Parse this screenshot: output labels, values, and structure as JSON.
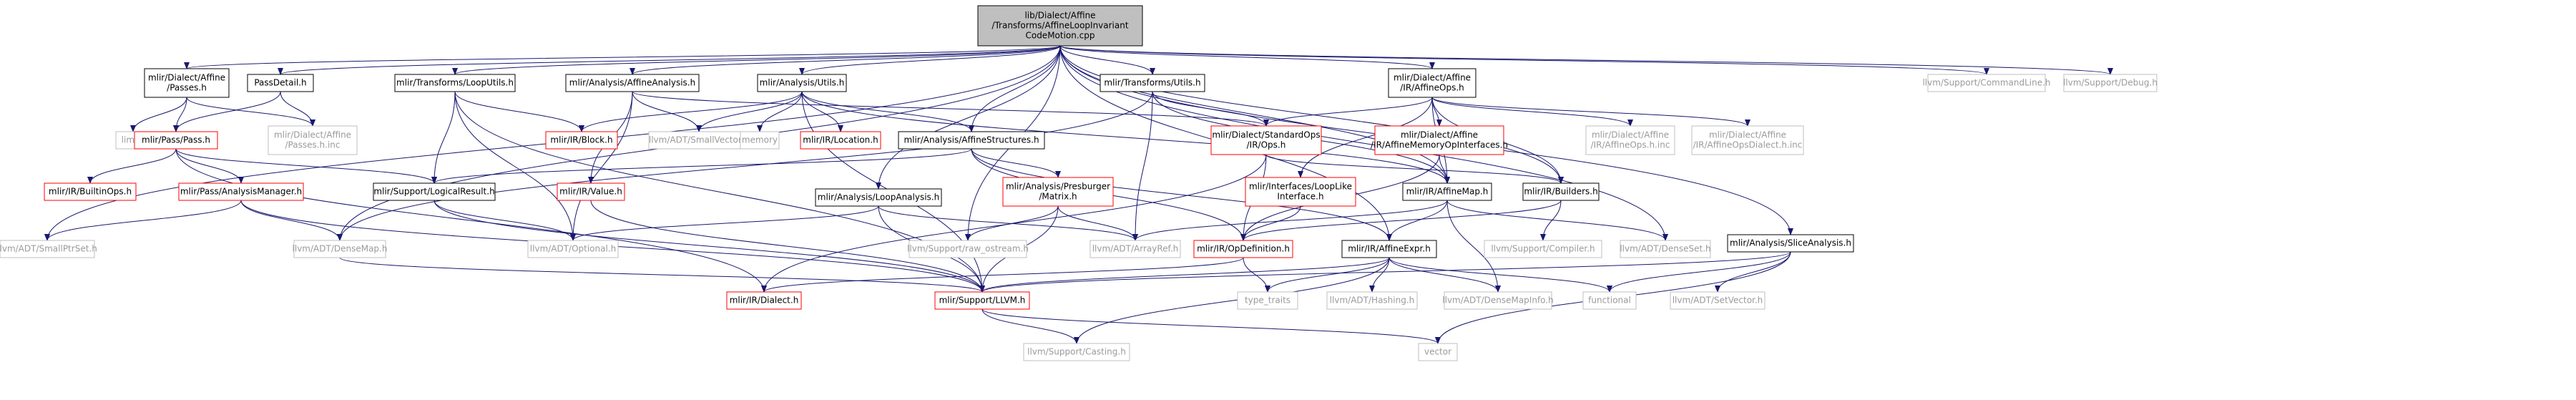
{
  "colors": {
    "root_fill": "#bfbfbf",
    "root_border": "#000000",
    "documented_border": "#000000",
    "missing_border": "#ff0000",
    "external_border": "#bfbfbf",
    "external_text": "#9a9a9a",
    "text": "#000000",
    "edge": "#191970",
    "background": "#ffffff"
  },
  "nodes": [
    {
      "id": "root",
      "kind": "root",
      "lines": [
        "lib/Dialect/Affine",
        "/Transforms/AffineLoopInvariant",
        "CodeMotion.cpp"
      ]
    },
    {
      "id": "affine_passes",
      "kind": "documented",
      "lines": [
        "mlir/Dialect/Affine",
        "/Passes.h"
      ]
    },
    {
      "id": "passdetail",
      "kind": "documented",
      "lines": [
        "PassDetail.h"
      ]
    },
    {
      "id": "loopinfo_utils",
      "kind": "documented",
      "lines": [
        "mlir/Transforms/LoopUtils.h"
      ]
    },
    {
      "id": "affine_analysis",
      "kind": "documented",
      "lines": [
        "mlir/Analysis/AffineAnalysis.h"
      ]
    },
    {
      "id": "analysis_utils",
      "kind": "documented",
      "lines": [
        "mlir/Analysis/Utils.h"
      ]
    },
    {
      "id": "transforms_utils",
      "kind": "documented",
      "lines": [
        "mlir/Transforms/Utils.h"
      ]
    },
    {
      "id": "affine_ops",
      "kind": "documented",
      "lines": [
        "mlir/Dialect/Affine",
        "/IR/AffineOps.h"
      ]
    },
    {
      "id": "commandline",
      "kind": "external",
      "lines": [
        "llvm/Support/CommandLine.h"
      ]
    },
    {
      "id": "debug",
      "kind": "external",
      "lines": [
        "llvm/Support/Debug.h"
      ]
    },
    {
      "id": "limits",
      "kind": "external",
      "lines": [
        "limits"
      ]
    },
    {
      "id": "pass_h",
      "kind": "missing",
      "lines": [
        "mlir/Pass/Pass.h"
      ]
    },
    {
      "id": "affine_passes_inc",
      "kind": "external",
      "lines": [
        "mlir/Dialect/Affine",
        "/Passes.h.inc"
      ]
    },
    {
      "id": "ir_block",
      "kind": "missing",
      "lines": [
        "mlir/IR/Block.h"
      ]
    },
    {
      "id": "smallvector",
      "kind": "external",
      "lines": [
        "llvm/ADT/SmallVector.h"
      ]
    },
    {
      "id": "memory",
      "kind": "external",
      "lines": [
        "memory"
      ]
    },
    {
      "id": "ir_location",
      "kind": "missing",
      "lines": [
        "mlir/IR/Location.h"
      ]
    },
    {
      "id": "affine_structures",
      "kind": "documented",
      "lines": [
        "mlir/Analysis/AffineStructures.h"
      ]
    },
    {
      "id": "standardops",
      "kind": "missing",
      "lines": [
        "mlir/Dialect/StandardOps",
        "/IR/Ops.h"
      ]
    },
    {
      "id": "affine_memory_iface",
      "kind": "missing",
      "lines": [
        "mlir/Dialect/Affine",
        "/IR/AffineMemoryOpInterfaces.h"
      ]
    },
    {
      "id": "affine_ops_inc",
      "kind": "external",
      "lines": [
        "mlir/Dialect/Affine",
        "/IR/AffineOps.h.inc"
      ]
    },
    {
      "id": "affine_ops_dialect_inc",
      "kind": "external",
      "lines": [
        "mlir/Dialect/Affine",
        "/IR/AffineOpsDialect.h.inc"
      ]
    },
    {
      "id": "builtinops",
      "kind": "missing",
      "lines": [
        "mlir/IR/BuiltinOps.h"
      ]
    },
    {
      "id": "pass_analysis_manager",
      "kind": "missing",
      "lines": [
        "mlir/Pass/AnalysisManager.h"
      ]
    },
    {
      "id": "logicalresult",
      "kind": "documented",
      "lines": [
        "mlir/Support/LogicalResult.h"
      ]
    },
    {
      "id": "ir_value",
      "kind": "missing",
      "lines": [
        "mlir/IR/Value.h"
      ]
    },
    {
      "id": "presburger_matrix",
      "kind": "missing",
      "lines": [
        "mlir/Analysis/Presburger",
        "/Matrix.h"
      ]
    },
    {
      "id": "looplike_iface",
      "kind": "missing",
      "lines": [
        "mlir/Interfaces/LoopLike",
        "Interface.h"
      ]
    },
    {
      "id": "ir_affinemap",
      "kind": "documented",
      "lines": [
        "mlir/IR/AffineMap.h"
      ]
    },
    {
      "id": "ir_builders",
      "kind": "documented",
      "lines": [
        "mlir/IR/Builders.h"
      ]
    },
    {
      "id": "loop_analysis",
      "kind": "documented",
      "lines": [
        "mlir/Analysis/LoopAnalysis.h"
      ]
    },
    {
      "id": "smallptrset",
      "kind": "external",
      "lines": [
        "llvm/ADT/SmallPtrSet.h"
      ]
    },
    {
      "id": "densemap",
      "kind": "external",
      "lines": [
        "llvm/ADT/DenseMap.h"
      ]
    },
    {
      "id": "optional",
      "kind": "external",
      "lines": [
        "llvm/ADT/Optional.h"
      ]
    },
    {
      "id": "raw_ostream",
      "kind": "external",
      "lines": [
        "llvm/Support/raw_ostream.h"
      ]
    },
    {
      "id": "arrayref",
      "kind": "external",
      "lines": [
        "llvm/ADT/ArrayRef.h"
      ]
    },
    {
      "id": "ir_opdefinition",
      "kind": "missing",
      "lines": [
        "mlir/IR/OpDefinition.h"
      ]
    },
    {
      "id": "ir_affineexpr",
      "kind": "documented",
      "lines": [
        "mlir/IR/AffineExpr.h"
      ]
    },
    {
      "id": "support_compiler",
      "kind": "external",
      "lines": [
        "llvm/Support/Compiler.h"
      ]
    },
    {
      "id": "denseset",
      "kind": "external",
      "lines": [
        "llvm/ADT/DenseSet.h"
      ]
    },
    {
      "id": "slice_analysis",
      "kind": "documented",
      "lines": [
        "mlir/Analysis/SliceAnalysis.h"
      ]
    },
    {
      "id": "ir_dialect",
      "kind": "missing",
      "lines": [
        "mlir/IR/Dialect.h"
      ]
    },
    {
      "id": "support_llvm",
      "kind": "missing",
      "lines": [
        "mlir/Support/LLVM.h"
      ]
    },
    {
      "id": "type_traits",
      "kind": "external",
      "lines": [
        "type_traits"
      ]
    },
    {
      "id": "hashing",
      "kind": "external",
      "lines": [
        "llvm/ADT/Hashing.h"
      ]
    },
    {
      "id": "densemapinfo",
      "kind": "external",
      "lines": [
        "llvm/ADT/DenseMapInfo.h"
      ]
    },
    {
      "id": "functional",
      "kind": "external",
      "lines": [
        "functional"
      ]
    },
    {
      "id": "setvector",
      "kind": "external",
      "lines": [
        "llvm/ADT/SetVector.h"
      ]
    },
    {
      "id": "vector",
      "kind": "external",
      "lines": [
        "vector"
      ]
    },
    {
      "id": "casting",
      "kind": "external",
      "lines": [
        "llvm/Support/Casting.h"
      ]
    }
  ],
  "edges": [
    [
      "root",
      "affine_passes"
    ],
    [
      "root",
      "passdetail"
    ],
    [
      "root",
      "loopinfo_utils"
    ],
    [
      "root",
      "affine_analysis"
    ],
    [
      "root",
      "analysis_utils"
    ],
    [
      "root",
      "transforms_utils"
    ],
    [
      "root",
      "affine_ops"
    ],
    [
      "root",
      "commandline"
    ],
    [
      "root",
      "debug"
    ],
    [
      "root",
      "smallptrset"
    ],
    [
      "root",
      "densemap"
    ],
    [
      "root",
      "raw_ostream"
    ],
    [
      "root",
      "loop_analysis"
    ],
    [
      "root",
      "affine_structures"
    ],
    [
      "root",
      "ir_affinemap"
    ],
    [
      "root",
      "ir_builders"
    ],
    [
      "root",
      "denseset"
    ],
    [
      "root",
      "slice_analysis"
    ],
    [
      "root",
      "ir_affineexpr"
    ],
    [
      "affine_passes",
      "limits"
    ],
    [
      "affine_passes",
      "pass_h"
    ],
    [
      "affine_passes",
      "affine_passes_inc"
    ],
    [
      "passdetail",
      "pass_h"
    ],
    [
      "passdetail",
      "affine_passes_inc"
    ],
    [
      "pass_h",
      "builtinops"
    ],
    [
      "pass_h",
      "pass_analysis_manager"
    ],
    [
      "pass_h",
      "logicalresult"
    ],
    [
      "pass_h",
      "ir_dialect"
    ],
    [
      "pass_analysis_manager",
      "smallptrset"
    ],
    [
      "pass_analysis_manager",
      "densemap"
    ],
    [
      "pass_analysis_manager",
      "support_llvm"
    ],
    [
      "loopinfo_utils",
      "ir_block"
    ],
    [
      "loopinfo_utils",
      "logicalresult"
    ],
    [
      "loopinfo_utils",
      "optional"
    ],
    [
      "loopinfo_utils",
      "support_llvm"
    ],
    [
      "affine_analysis",
      "smallvector"
    ],
    [
      "affine_analysis",
      "ir_value"
    ],
    [
      "affine_analysis",
      "optional"
    ],
    [
      "affine_analysis",
      "standardops"
    ],
    [
      "analysis_utils",
      "ir_block"
    ],
    [
      "analysis_utils",
      "smallvector"
    ],
    [
      "analysis_utils",
      "memory"
    ],
    [
      "analysis_utils",
      "ir_location"
    ],
    [
      "analysis_utils",
      "affine_structures"
    ],
    [
      "analysis_utils",
      "support_llvm"
    ],
    [
      "analysis_utils",
      "ir_affinemap"
    ],
    [
      "transforms_utils",
      "standardops"
    ],
    [
      "transforms_utils",
      "ir_affinemap"
    ],
    [
      "transforms_utils",
      "densemap"
    ],
    [
      "transforms_utils",
      "arrayref"
    ],
    [
      "affine_ops",
      "standardops"
    ],
    [
      "affine_ops",
      "affine_memory_iface"
    ],
    [
      "affine_ops",
      "affine_ops_inc"
    ],
    [
      "affine_ops",
      "affine_ops_dialect_inc"
    ],
    [
      "affine_ops",
      "looplike_iface"
    ],
    [
      "affine_ops",
      "ir_affinemap"
    ],
    [
      "affine_ops",
      "ir_builders"
    ],
    [
      "affine_structures",
      "presburger_matrix"
    ],
    [
      "affine_structures",
      "ir_opdefinition"
    ],
    [
      "affine_structures",
      "ir_affineexpr"
    ],
    [
      "affine_structures",
      "logicalresult"
    ],
    [
      "standardops",
      "ir_builders"
    ],
    [
      "standardops",
      "ir_opdefinition"
    ],
    [
      "standardops",
      "ir_dialect"
    ],
    [
      "affine_memory_iface",
      "ir_affinemap"
    ],
    [
      "affine_memory_iface",
      "ir_opdefinition"
    ],
    [
      "logicalresult",
      "optional"
    ],
    [
      "logicalresult",
      "support_llvm"
    ],
    [
      "ir_value",
      "support_llvm"
    ],
    [
      "presburger_matrix",
      "arrayref"
    ],
    [
      "presburger_matrix",
      "raw_ostream"
    ],
    [
      "presburger_matrix",
      "support_llvm"
    ],
    [
      "looplike_iface",
      "ir_opdefinition"
    ],
    [
      "ir_affinemap",
      "ir_affineexpr"
    ],
    [
      "ir_affinemap",
      "arrayref"
    ],
    [
      "ir_affinemap",
      "denseset"
    ],
    [
      "ir_affinemap",
      "densemapinfo"
    ],
    [
      "ir_builders",
      "ir_opdefinition"
    ],
    [
      "ir_builders",
      "support_compiler"
    ],
    [
      "loop_analysis",
      "optional"
    ],
    [
      "loop_analysis",
      "arrayref"
    ],
    [
      "loop_analysis",
      "support_llvm"
    ],
    [
      "ir_opdefinition",
      "ir_dialect"
    ],
    [
      "ir_opdefinition",
      "type_traits"
    ],
    [
      "ir_affineexpr",
      "support_llvm"
    ],
    [
      "ir_affineexpr",
      "type_traits"
    ],
    [
      "ir_affineexpr",
      "hashing"
    ],
    [
      "ir_affineexpr",
      "densemapinfo"
    ],
    [
      "ir_affineexpr",
      "functional"
    ],
    [
      "ir_affineexpr",
      "casting"
    ],
    [
      "slice_analysis",
      "support_llvm"
    ],
    [
      "slice_analysis",
      "functional"
    ],
    [
      "slice_analysis",
      "setvector"
    ],
    [
      "slice_analysis",
      "vector"
    ],
    [
      "support_llvm",
      "casting"
    ],
    [
      "support_llvm",
      "vector"
    ],
    [
      "densemap",
      "support_llvm"
    ]
  ]
}
